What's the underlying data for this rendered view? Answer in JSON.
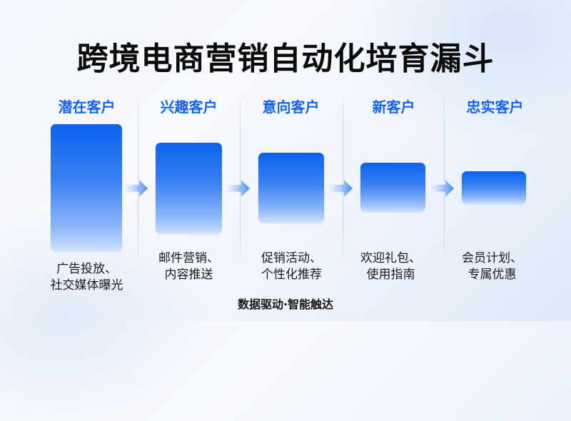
{
  "title": "跨境电商营销自动化培育漏斗",
  "footer": "数据驱动·智能触达",
  "colors": {
    "accent": "#1463e8",
    "box_top": "#0b62ee",
    "box_bottom": "#cfe0fc",
    "separator": "#c3d7f5",
    "title_text": "#0b0b0b"
  },
  "stages": [
    {
      "label": "潜在客户",
      "desc_line1": "广告投放、",
      "desc_line2": "社交媒体曝光"
    },
    {
      "label": "兴趣客户",
      "desc_line1": "邮件营销、",
      "desc_line2": "内容推送"
    },
    {
      "label": "意向客户",
      "desc_line1": "促销活动、",
      "desc_line2": "个性化推荐"
    },
    {
      "label": "新客户",
      "desc_line1": "欢迎礼包、",
      "desc_line2": "使用指南"
    },
    {
      "label": "忠实客户",
      "desc_line1": "会员计划、",
      "desc_line2": "专属优惠"
    }
  ],
  "connectors": [
    {
      "icon": "arrow-right-icon"
    },
    {
      "icon": "arrow-right-icon"
    },
    {
      "icon": "arrow-right-icon"
    },
    {
      "icon": "arrow-right-icon"
    }
  ]
}
